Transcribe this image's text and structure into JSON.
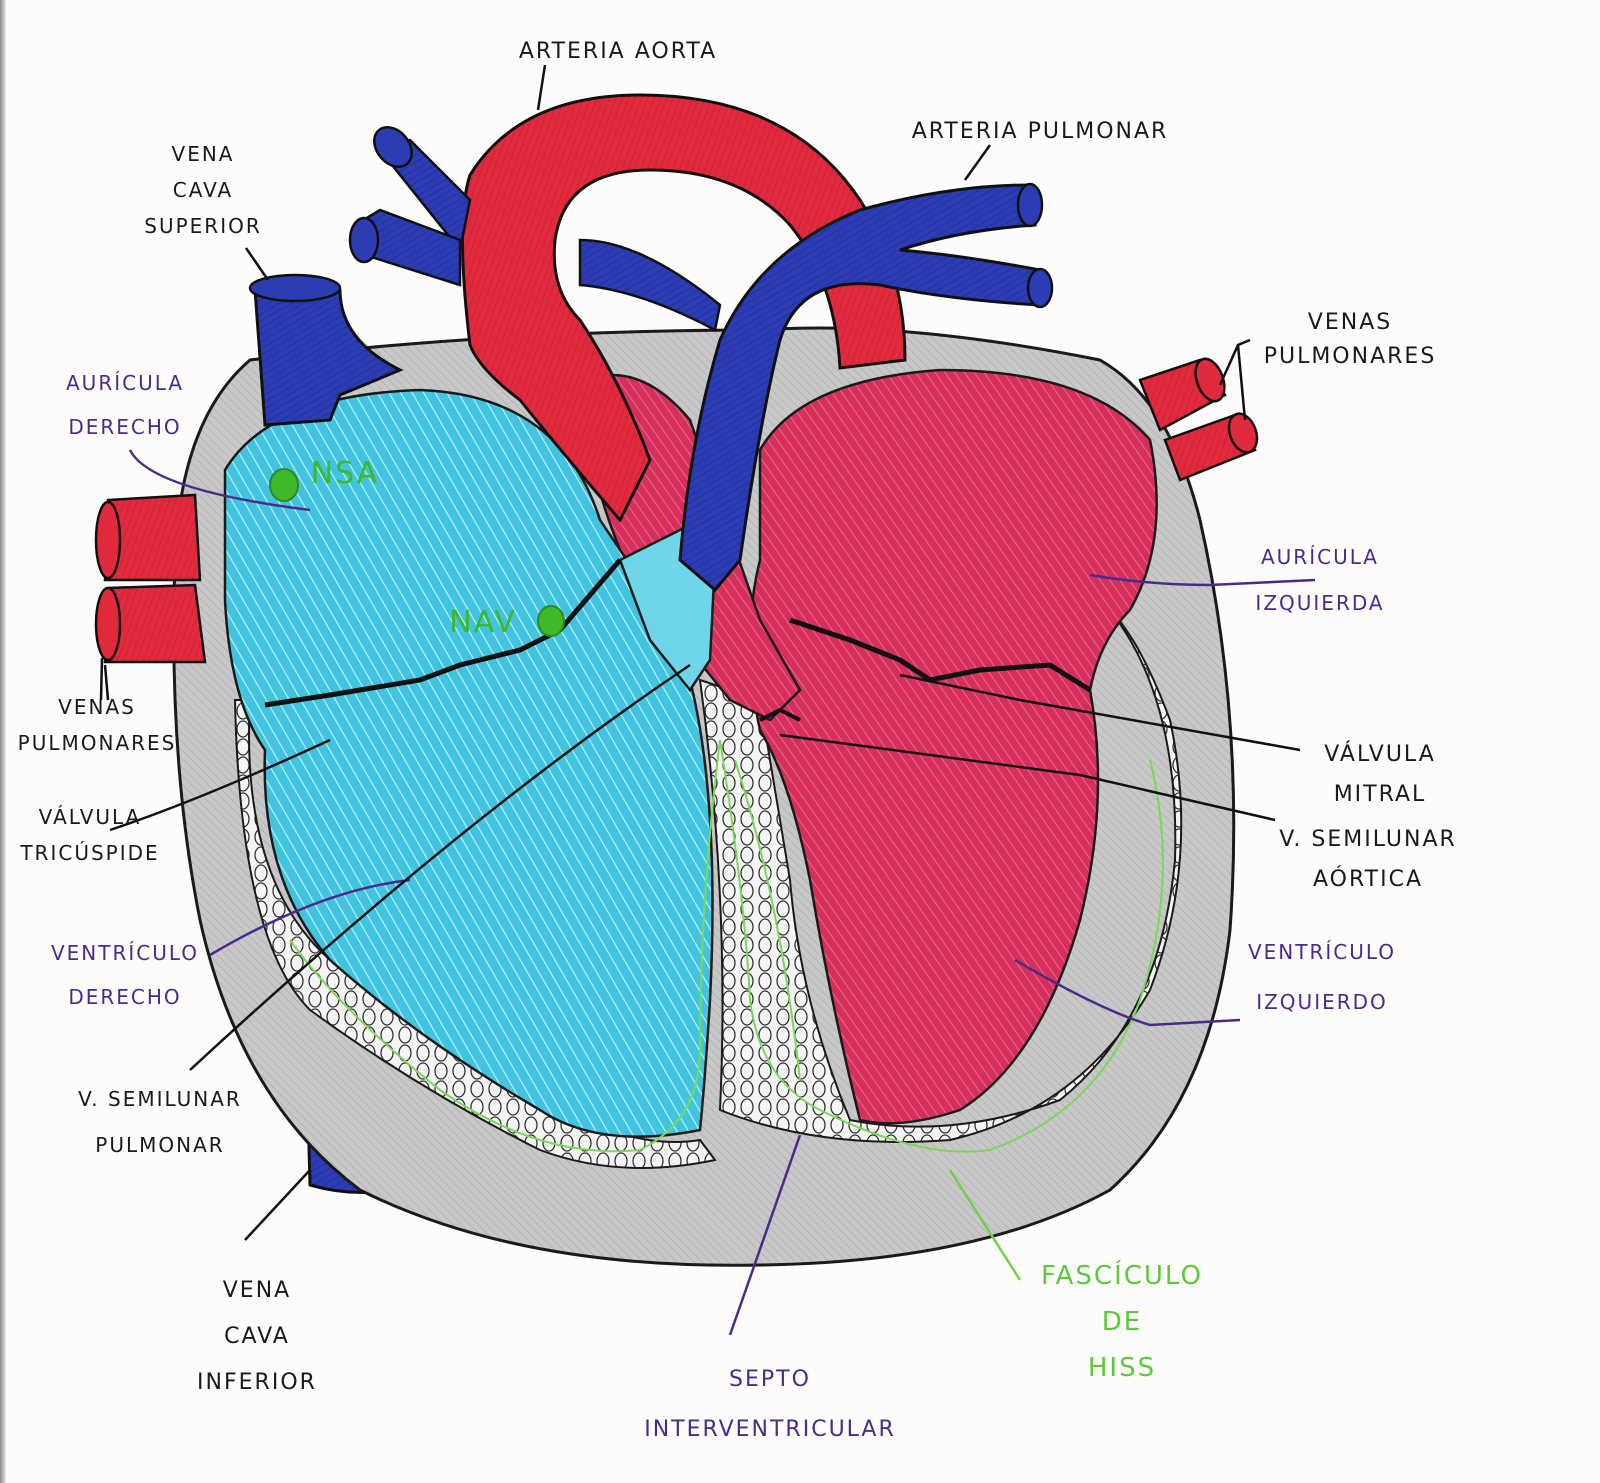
{
  "colors": {
    "arterial_red": "#e0283c",
    "venous_blue": "#2a3bb0",
    "right_heart": "#3fc3df",
    "left_heart": "#d9305f",
    "myocardium": "#c9c9c9",
    "conduction_green": "#6fd34a",
    "label_black": "#1a1a1a",
    "label_purple": "#4b2a8a",
    "label_green": "#5cc93a"
  },
  "labels": {
    "arteria_aorta": "ARTERIA AORTA",
    "vena_cava_superior": [
      "VENA",
      "CAVA",
      "SUPERIOR"
    ],
    "arteria_pulmonar": "ARTERIA PULMONAR",
    "venas_pulmonares_right": [
      "VENAS",
      "PULMONARES"
    ],
    "auricula_derecho": [
      "AURÍCULA",
      "DERECHO"
    ],
    "nsa": "NSA",
    "nav": "NAV",
    "venas_pulmonares_left": [
      "VENAS",
      "PULMONARES"
    ],
    "valvula_tricuspide": [
      "VÁLVULA",
      "TRICÚSPIDE"
    ],
    "auricula_izquierda": [
      "AURÍCULA",
      "IZQUIERDA"
    ],
    "valvula_mitral": [
      "VÁLVULA",
      "MITRAL"
    ],
    "v_semilunar_aortica": [
      "V. SEMILUNAR",
      "AÓRTICA"
    ],
    "ventriculo_derecho": [
      "VENTRÍCULO",
      "DERECHO"
    ],
    "ventriculo_izquierdo": [
      "VENTRÍCULO",
      "IZQUIERDO"
    ],
    "v_semilunar_pulmonar": [
      "V. SEMILUNAR",
      "PULMONAR"
    ],
    "vena_cava_inferior": [
      "VENA",
      "CAVA",
      "INFERIOR"
    ],
    "septo_interventricular": [
      "SEPTO",
      "INTERVENTRICULAR"
    ],
    "fasciculo_de_hiss": [
      "FASCÍCULO",
      "DE",
      "HISS"
    ]
  }
}
